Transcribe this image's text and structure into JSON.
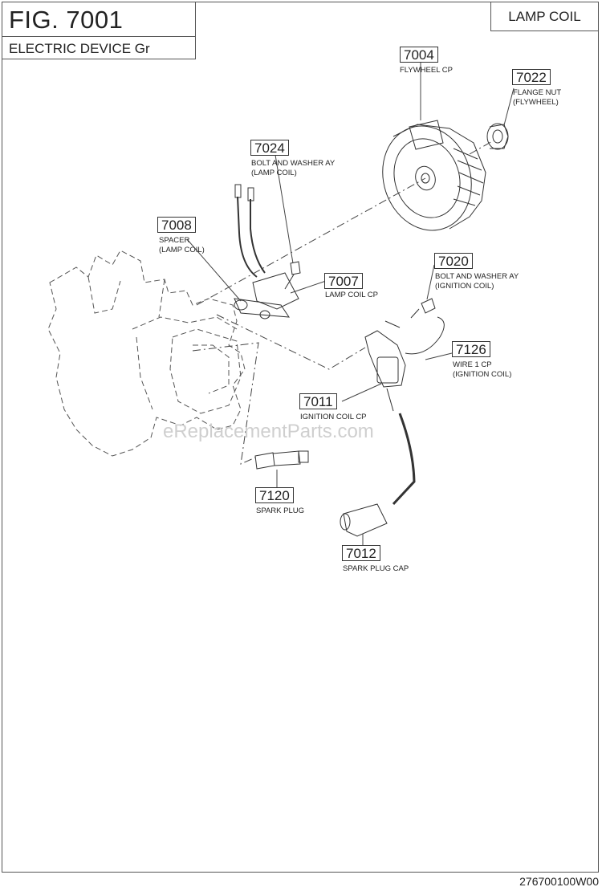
{
  "header": {
    "fig_label": "FIG. 7001",
    "group_name": "ELECTRIC DEVICE Gr",
    "section_name": "LAMP COIL"
  },
  "parts": {
    "p7004": {
      "no": "7004",
      "desc": "FLYWHEEL CP"
    },
    "p7022": {
      "no": "7022",
      "desc": "FLANGE NUT\n(FLYWHEEL)"
    },
    "p7024": {
      "no": "7024",
      "desc": "BOLT AND WASHER AY\n(LAMP COIL)"
    },
    "p7008": {
      "no": "7008",
      "desc": "SPACER\n(LAMP COIL)"
    },
    "p7007": {
      "no": "7007",
      "desc": "LAMP COIL CP"
    },
    "p7020": {
      "no": "7020",
      "desc": "BOLT AND WASHER AY\n(IGNITION COIL)"
    },
    "p7126": {
      "no": "7126",
      "desc": "WIRE 1 CP\n(IGNITION COIL)"
    },
    "p7011": {
      "no": "7011",
      "desc": "IGNITION COIL CP"
    },
    "p7120": {
      "no": "7120",
      "desc": "SPARK PLUG"
    },
    "p7012": {
      "no": "7012",
      "desc": "SPARK PLUG CAP"
    }
  },
  "watermark": "eReplacementParts.com",
  "footer": {
    "doc_code": "276700100W00"
  }
}
